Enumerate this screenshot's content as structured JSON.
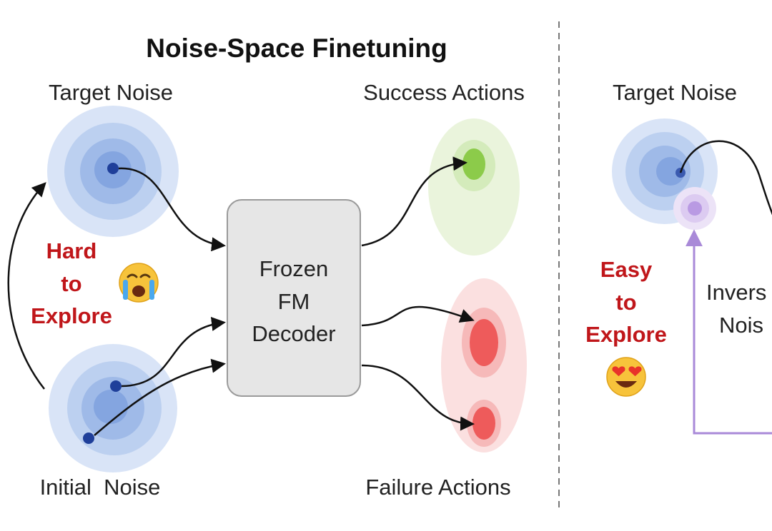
{
  "left_panel": {
    "title": "Noise-Space Finetuning",
    "target_noise_label": "Target Noise",
    "initial_noise_label": "Initial  Noise",
    "success_actions_label": "Success Actions",
    "failure_actions_label": "Failure Actions",
    "decoder_lines": [
      "Frozen",
      "FM",
      "Decoder"
    ],
    "hard_lines": [
      "Hard",
      "to",
      "Explore"
    ],
    "hard_emoji": "crying-face-emoji"
  },
  "right_panel": {
    "target_noise_label": "Target Noise",
    "easy_lines": [
      "Easy",
      "to",
      "Explore"
    ],
    "easy_emoji": "heart-eyes-emoji",
    "inverse_lines": [
      "Invers",
      "Nois"
    ]
  },
  "colors": {
    "noise_blue": "#4a74c8",
    "dot_blue": "#1f3f9a",
    "success_green": "#7fbf3f",
    "failure_red": "#ee5b5b",
    "label_red": "#c0161a",
    "inverse_purple": "#a98ad8",
    "decoder_fill": "#e6e6e6"
  }
}
